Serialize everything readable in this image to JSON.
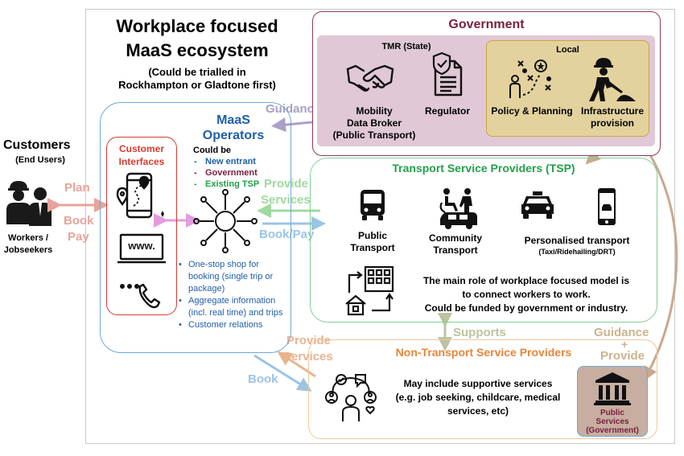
{
  "title": {
    "line1": "Workplace focused",
    "line2": "MaaS ecosystem",
    "sub1": "(Could be trialled in",
    "sub2": "Rockhampton or Gladtone first)"
  },
  "customers": {
    "title": "Customers",
    "subtitle": "(End Users)",
    "label1": "Workers /",
    "label2": "Jobseekers"
  },
  "arrows": {
    "plan": "Plan",
    "book": "Book",
    "pay": "Pay",
    "guidance_top": "Guidance",
    "provide1": "Provide",
    "services1": "Services",
    "book_pay": "Book/Pay",
    "guidance_mid": "Guidance",
    "supports": "Supports",
    "provide2": "Provide",
    "services2": "Services",
    "book2": "Book",
    "guidance_right": "Guidance",
    "plus": "+",
    "provide_right": "Provide"
  },
  "government": {
    "title": "Government",
    "tmr": "TMR (State)",
    "broker1": "Mobility",
    "broker2": "Data Broker",
    "broker3": "(Public Transport)",
    "regulator": "Regulator",
    "local": "Local",
    "policy": "Policy & Planning",
    "infra1": "Infrastructure",
    "infra2": "provision"
  },
  "maas": {
    "title1": "MaaS",
    "title2": "Operators",
    "could_be": "Could be",
    "dash": "-",
    "opt1": "New entrant",
    "opt2": "Government",
    "opt3": "Existing TSP",
    "interfaces1": "Customer",
    "interfaces2": "Interfaces",
    "www": "www.",
    "bullet": "•",
    "b1_1": "One-stop shop for",
    "b1_2": "booking (single trip or",
    "b1_3": "package)",
    "b2_1": "Aggregate information",
    "b2_2": "(incl. real time) and trips",
    "b3": "Customer relations"
  },
  "tsp": {
    "title": "Transport Service Providers (TSP)",
    "public1": "Public",
    "public2": "Transport",
    "community1": "Community",
    "community2": "Transport",
    "personal": "Personalised transport",
    "personal_sub": "(Taxi/Ridehailing/DRT)",
    "role1": "The main role of workplace focused model is",
    "role2": "to connect workers to work.",
    "role3": "Could be funded by government or industry."
  },
  "ntsp": {
    "title": "Non-Transport Service Providers",
    "desc1": "May include supportive services",
    "desc2": "(e.g. job seeking, childcare, medical",
    "desc3": "services, etc)",
    "public1": "Public",
    "public2": "Services",
    "public3": "(Government)"
  },
  "colors": {
    "gov_border": "#8a3a5e",
    "gov_title": "#7a1f3d",
    "gov_fill": "#e0c8d6",
    "local_fill": "#e3d29e",
    "local_border": "#c9a640",
    "maas_border": "#6ea9d8",
    "maas_title": "#1f5fa8",
    "interfaces_red": "#d63b2f",
    "tsp_border": "#7fcf95",
    "tsp_title": "#22a04a",
    "ntsp_border": "#efc79d",
    "ntsp_title": "#e8853a",
    "pink_arrow": "#e8a39a",
    "lavender_arrow": "#a9a0c8",
    "green_arrow": "#9fd9a0",
    "blue_arrow": "#9cc4e4",
    "salmon_arrow": "#e9b490",
    "tan_arrow": "#c9a98f",
    "khaki_arrow": "#bfc2a0",
    "magenta": "#e59be0",
    "public_fill": "#c7aea0"
  }
}
